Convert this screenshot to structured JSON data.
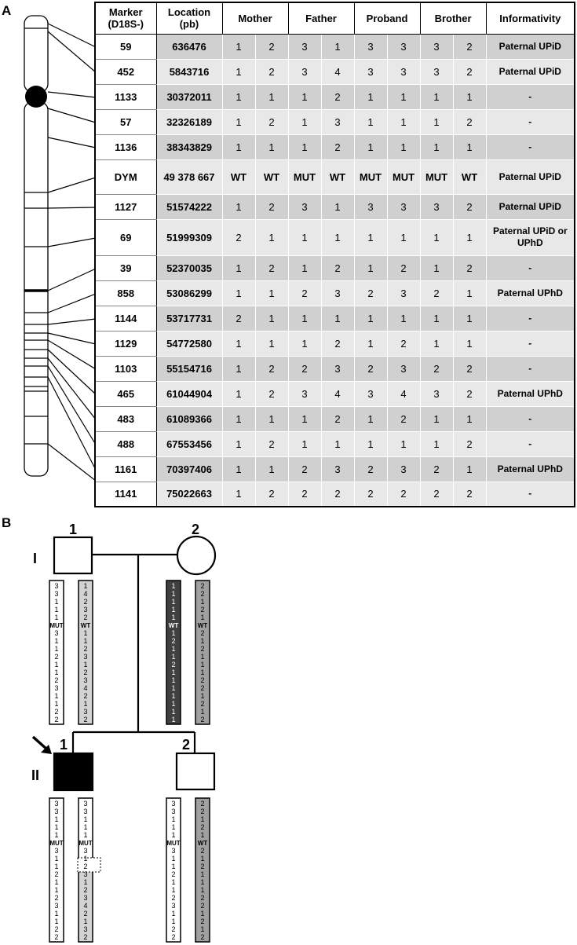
{
  "panel_a_label": "A",
  "panel_b_label": "B",
  "table": {
    "headers": {
      "marker": [
        "Marker",
        "(D18S-)"
      ],
      "location": [
        "Location",
        "(pb)"
      ],
      "mother": "Mother",
      "father": "Father",
      "proband": "Proband",
      "brother": "Brother",
      "informativity": "Informativity"
    },
    "rows": [
      {
        "marker": "59",
        "loc": "636476",
        "m": [
          "1",
          "2"
        ],
        "f": [
          "3",
          "1"
        ],
        "p": [
          "3",
          "3"
        ],
        "b": [
          "3",
          "2"
        ],
        "inf": "Paternal UPiD"
      },
      {
        "marker": "452",
        "loc": "5843716",
        "m": [
          "1",
          "2"
        ],
        "f": [
          "3",
          "4"
        ],
        "p": [
          "3",
          "3"
        ],
        "b": [
          "3",
          "2"
        ],
        "inf": "Paternal UPiD"
      },
      {
        "marker": "1133",
        "loc": "30372011",
        "m": [
          "1",
          "1"
        ],
        "f": [
          "1",
          "2"
        ],
        "p": [
          "1",
          "1"
        ],
        "b": [
          "1",
          "1"
        ],
        "inf": "-"
      },
      {
        "marker": "57",
        "loc": "32326189",
        "m": [
          "1",
          "2"
        ],
        "f": [
          "1",
          "3"
        ],
        "p": [
          "1",
          "1"
        ],
        "b": [
          "1",
          "2"
        ],
        "inf": "-"
      },
      {
        "marker": "1136",
        "loc": "38343829",
        "m": [
          "1",
          "1"
        ],
        "f": [
          "1",
          "2"
        ],
        "p": [
          "1",
          "1"
        ],
        "b": [
          "1",
          "1"
        ],
        "inf": "-"
      },
      {
        "marker": "DYM",
        "loc": "49 378 667",
        "m": [
          "WT",
          "WT"
        ],
        "f": [
          "MUT",
          "WT"
        ],
        "p": [
          "MUT",
          "MUT"
        ],
        "b": [
          "MUT",
          "WT"
        ],
        "inf": "Paternal UPiD"
      },
      {
        "marker": "1127",
        "loc": "51574222",
        "m": [
          "1",
          "2"
        ],
        "f": [
          "3",
          "1"
        ],
        "p": [
          "3",
          "3"
        ],
        "b": [
          "3",
          "2"
        ],
        "inf": "Paternal UPiD"
      },
      {
        "marker": "69",
        "loc": "51999309",
        "m": [
          "2",
          "1"
        ],
        "f": [
          "1",
          "1"
        ],
        "p": [
          "1",
          "1"
        ],
        "b": [
          "1",
          "1"
        ],
        "inf": "Paternal UPiD or UPhD"
      },
      {
        "marker": "39",
        "loc": "52370035",
        "m": [
          "1",
          "2"
        ],
        "f": [
          "1",
          "2"
        ],
        "p": [
          "1",
          "2"
        ],
        "b": [
          "1",
          "2"
        ],
        "inf": "-"
      },
      {
        "marker": "858",
        "loc": "53086299",
        "m": [
          "1",
          "1"
        ],
        "f": [
          "2",
          "3"
        ],
        "p": [
          "2",
          "3"
        ],
        "b": [
          "2",
          "1"
        ],
        "inf": "Paternal UPhD"
      },
      {
        "marker": "1144",
        "loc": "53717731",
        "m": [
          "2",
          "1"
        ],
        "f": [
          "1",
          "1"
        ],
        "p": [
          "1",
          "1"
        ],
        "b": [
          "1",
          "1"
        ],
        "inf": "-"
      },
      {
        "marker": "1129",
        "loc": "54772580",
        "m": [
          "1",
          "1"
        ],
        "f": [
          "1",
          "2"
        ],
        "p": [
          "1",
          "2"
        ],
        "b": [
          "1",
          "1"
        ],
        "inf": "-"
      },
      {
        "marker": "1103",
        "loc": "55154716",
        "m": [
          "1",
          "2"
        ],
        "f": [
          "2",
          "3"
        ],
        "p": [
          "2",
          "3"
        ],
        "b": [
          "2",
          "2"
        ],
        "inf": "-"
      },
      {
        "marker": "465",
        "loc": "61044904",
        "m": [
          "1",
          "2"
        ],
        "f": [
          "3",
          "4"
        ],
        "p": [
          "3",
          "4"
        ],
        "b": [
          "3",
          "2"
        ],
        "inf": "Paternal UPhD"
      },
      {
        "marker": "483",
        "loc": "61089366",
        "m": [
          "1",
          "1"
        ],
        "f": [
          "1",
          "2"
        ],
        "p": [
          "1",
          "2"
        ],
        "b": [
          "1",
          "1"
        ],
        "inf": "-"
      },
      {
        "marker": "488",
        "loc": "67553456",
        "m": [
          "1",
          "2"
        ],
        "f": [
          "1",
          "1"
        ],
        "p": [
          "1",
          "1"
        ],
        "b": [
          "1",
          "2"
        ],
        "inf": "-"
      },
      {
        "marker": "1161",
        "loc": "70397406",
        "m": [
          "1",
          "1"
        ],
        "f": [
          "2",
          "3"
        ],
        "p": [
          "2",
          "3"
        ],
        "b": [
          "2",
          "1"
        ],
        "inf": "Paternal UPhD"
      },
      {
        "marker": "1141",
        "loc": "75022663",
        "m": [
          "1",
          "2"
        ],
        "f": [
          "2",
          "2"
        ],
        "p": [
          "2",
          "2"
        ],
        "b": [
          "2",
          "2"
        ],
        "inf": "-"
      }
    ]
  },
  "pedigree": {
    "generations": [
      "I",
      "II"
    ],
    "individuals": {
      "father": {
        "number": "1"
      },
      "mother": {
        "number": "2"
      },
      "proband": {
        "number": "1"
      },
      "brother": {
        "number": "2"
      }
    },
    "haplotypes": {
      "father_a": [
        "3",
        "3",
        "1",
        "1",
        "1",
        "MUT",
        "3",
        "1",
        "1",
        "2",
        "1",
        "1",
        "2",
        "3",
        "1",
        "1",
        "2",
        "2"
      ],
      "father_b": [
        "1",
        "4",
        "2",
        "3",
        "2",
        "WT",
        "1",
        "1",
        "2",
        "3",
        "1",
        "2",
        "3",
        "4",
        "2",
        "1",
        "3",
        "2"
      ],
      "mother_a": [
        "1",
        "1",
        "1",
        "1",
        "1",
        "WT",
        "1",
        "2",
        "1",
        "1",
        "2",
        "1",
        "1",
        "1",
        "1",
        "1",
        "1",
        "1"
      ],
      "mother_b": [
        "2",
        "2",
        "1",
        "2",
        "1",
        "WT",
        "2",
        "1",
        "2",
        "1",
        "1",
        "1",
        "2",
        "2",
        "1",
        "2",
        "1",
        "2"
      ],
      "proband_a": [
        "3",
        "3",
        "1",
        "1",
        "1",
        "MUT",
        "3",
        "1",
        "1",
        "2",
        "1",
        "1",
        "2",
        "3",
        "1",
        "1",
        "2",
        "2"
      ],
      "proband_b": [
        "3",
        "3",
        "1",
        "1",
        "1",
        "MUT",
        "3",
        "1",
        "2",
        "3",
        "1",
        "2",
        "3",
        "4",
        "2",
        "1",
        "3",
        "2"
      ],
      "brother_a": [
        "3",
        "3",
        "1",
        "1",
        "1",
        "MUT",
        "3",
        "1",
        "1",
        "2",
        "1",
        "1",
        "2",
        "3",
        "1",
        "1",
        "2",
        "2"
      ],
      "brother_b": [
        "2",
        "2",
        "1",
        "2",
        "1",
        "WT",
        "2",
        "1",
        "2",
        "1",
        "1",
        "1",
        "2",
        "2",
        "1",
        "2",
        "1",
        "2"
      ]
    },
    "colors": {
      "father_b_fill": "#d3d3d3",
      "mother_a_fill": "#404040",
      "mother_b_fill": "#a0a0a0",
      "affected_fill": "#000000"
    }
  }
}
